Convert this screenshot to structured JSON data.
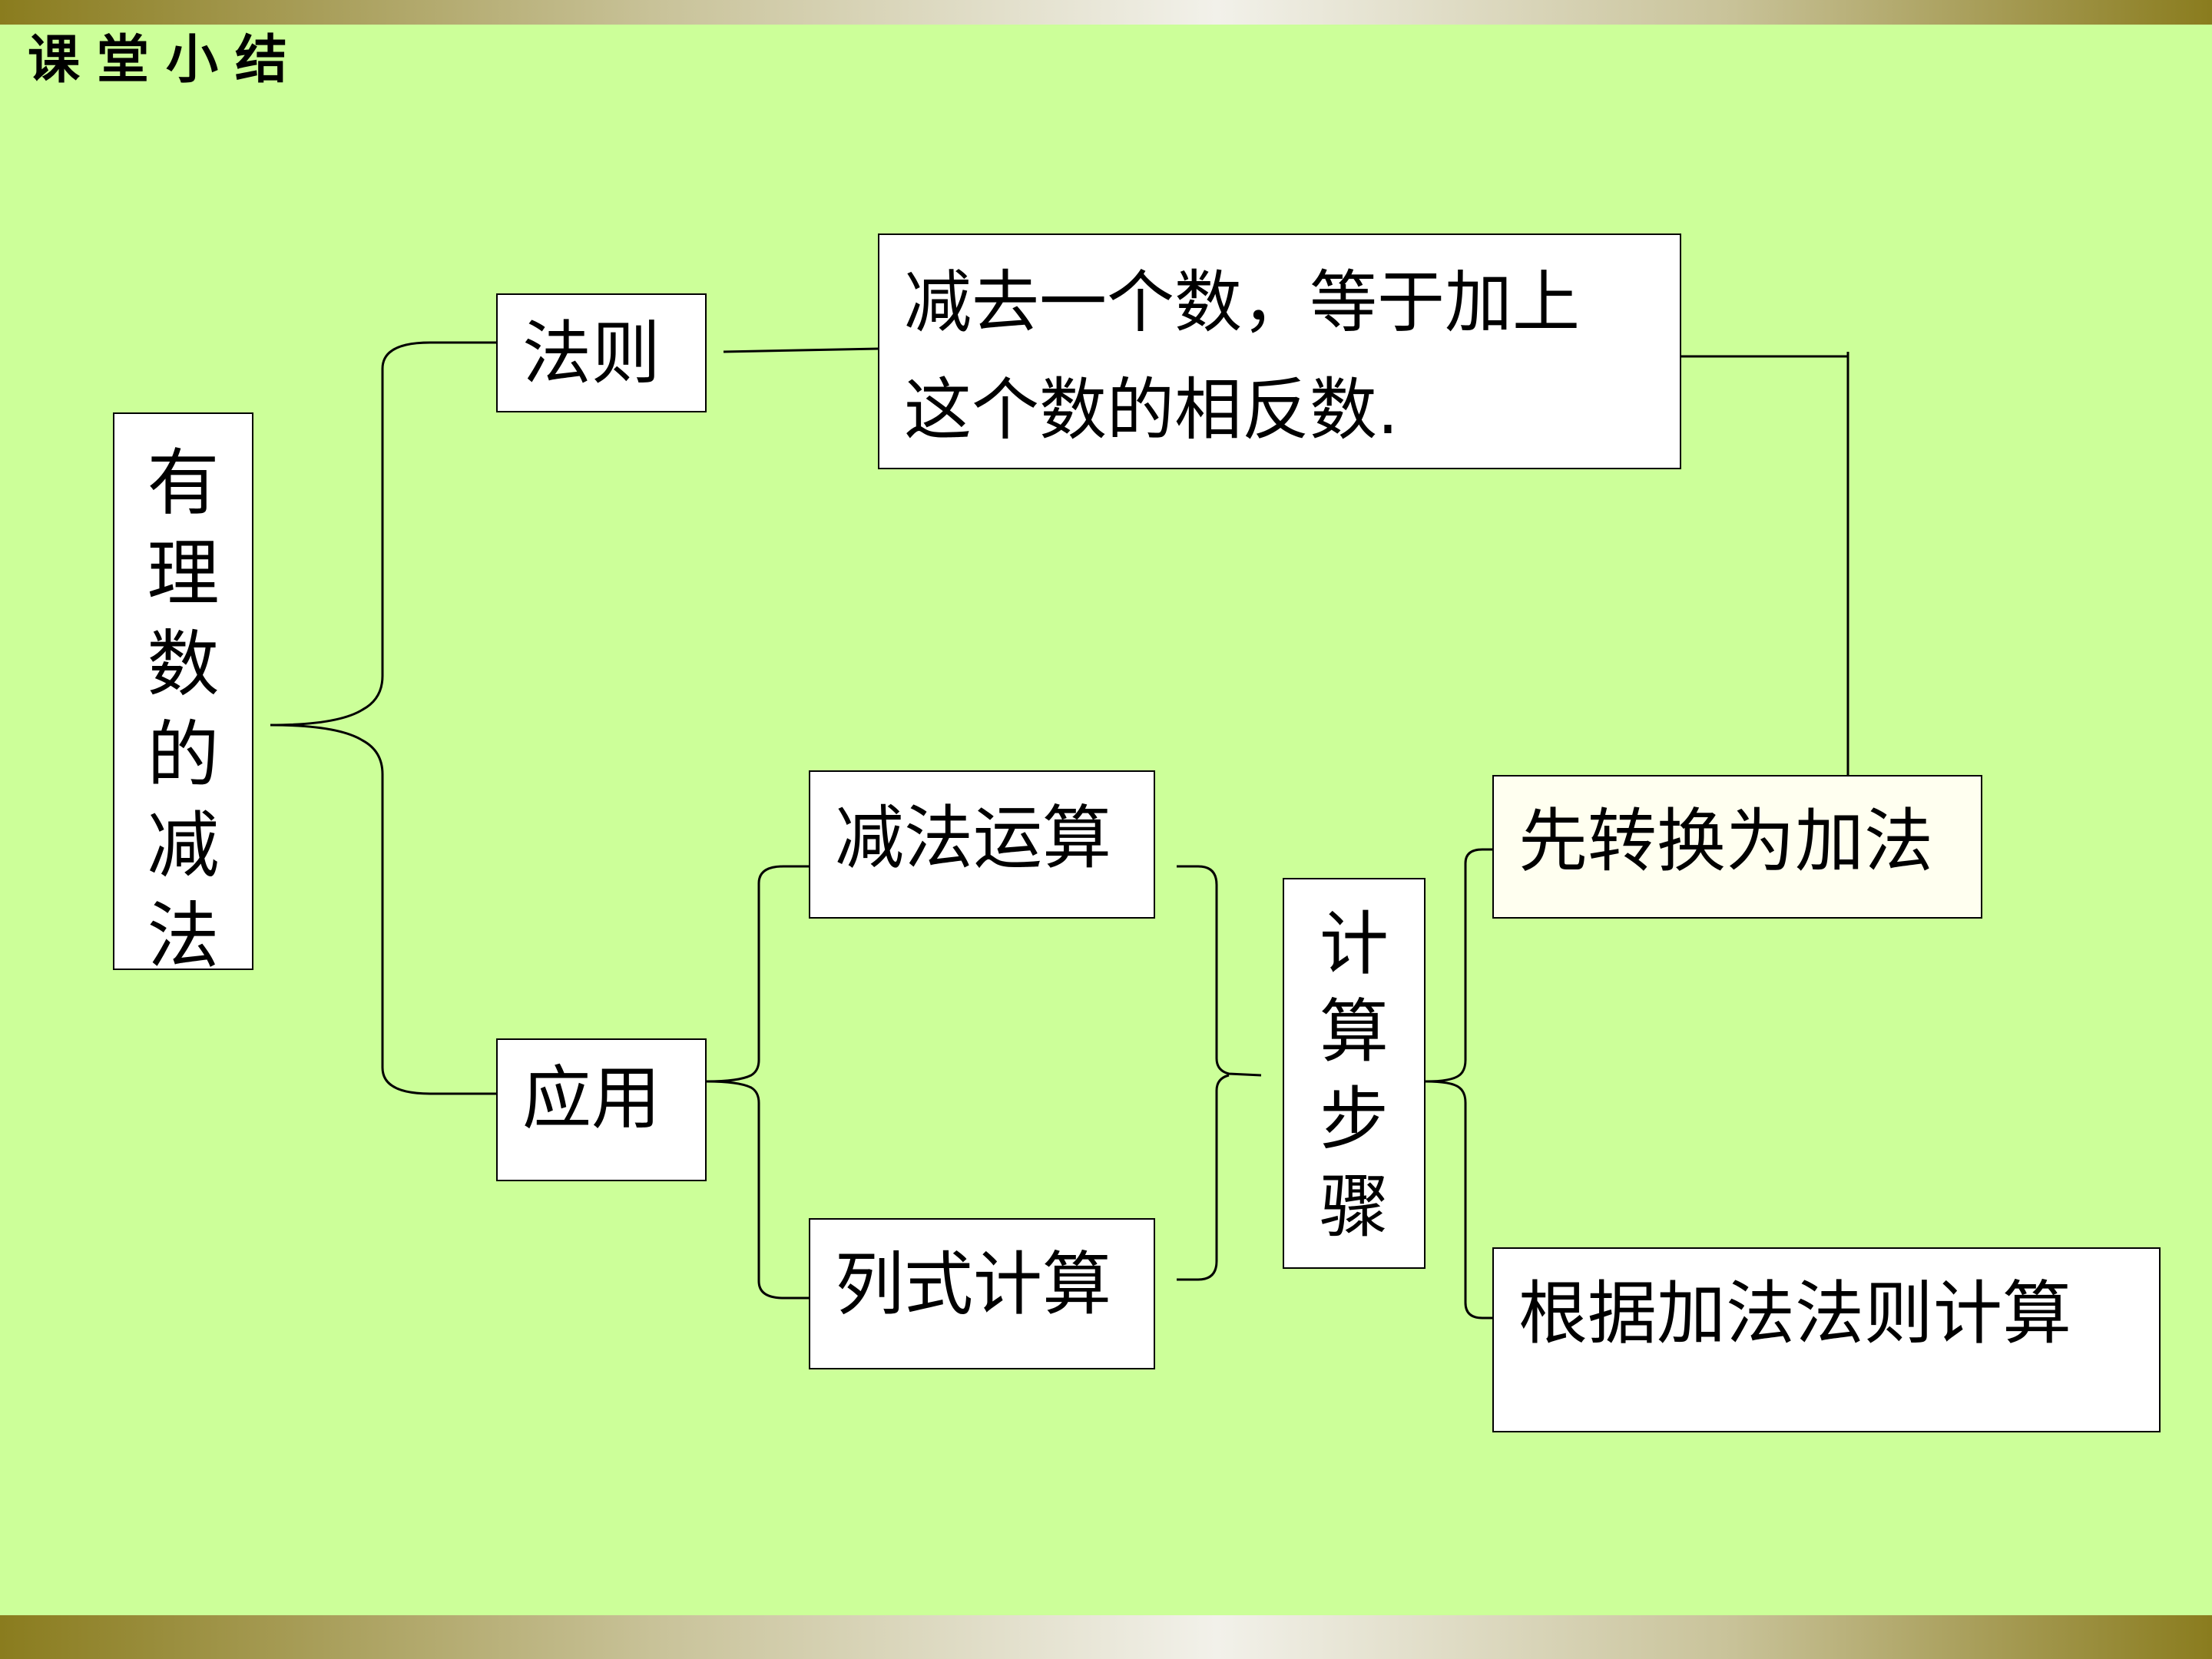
{
  "header": {
    "title": "课堂小结"
  },
  "diagram": {
    "root": "有理数的减法",
    "rule": "法则",
    "rule_text_line1": "减去一个数，等于加上",
    "rule_text_line2": "这个数的相反数.",
    "application": "应用",
    "subtraction_operation": "减法运算",
    "formula_calculation": "列式计算",
    "calc_steps": "计算步骤",
    "step1": "先转换为加法",
    "step2": "根据加法法则计算"
  }
}
